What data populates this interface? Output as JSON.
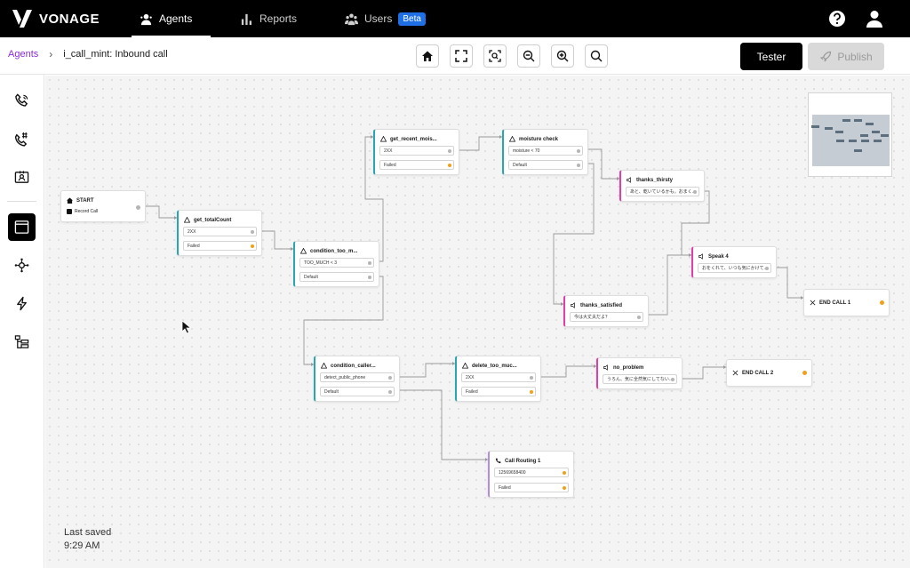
{
  "brand": {
    "name": "VONAGE"
  },
  "nav": {
    "tabs": [
      {
        "label": "Agents",
        "icon": "agents-icon"
      },
      {
        "label": "Reports",
        "icon": "reports-icon"
      },
      {
        "label": "Users",
        "icon": "users-icon",
        "badge": "Beta"
      }
    ]
  },
  "breadcrumb": {
    "root": "Agents",
    "sep": "›",
    "current": "i_call_mint: Inbound call"
  },
  "toolbar": {
    "tools": [
      "home-icon",
      "fullscreen-icon",
      "fit-view-icon",
      "zoom-out-icon",
      "zoom-in-icon",
      "search-icon"
    ],
    "tester_label": "Tester",
    "publish_label": "Publish"
  },
  "sidebar": {
    "items": [
      "phone-icon",
      "phone-number-icon",
      "contact-card-icon",
      "flow-editor-icon",
      "integrations-icon",
      "actions-icon",
      "hierarchy-icon"
    ]
  },
  "canvas": {
    "last_saved_label": "Last saved",
    "last_saved_time": "9:29 AM",
    "nodes": {
      "start": {
        "title": "START",
        "check": "Record Call"
      },
      "get_total": {
        "title": "get_totalCount",
        "r1": "2XX",
        "r2": "Failed"
      },
      "cond_too": {
        "title": "condition_too_m...",
        "r1": "TOO_MUCH < 3",
        "r2": "Default"
      },
      "get_recent": {
        "title": "get_recent_mois...",
        "r1": "2XX",
        "r2": "Failed"
      },
      "moisture": {
        "title": "moisture check",
        "r1": "moisture < 70",
        "r2": "Default"
      },
      "thirsty": {
        "title": "thanks_thirsty",
        "r1": "あと、乾いているかも。おまく..."
      },
      "satisfied": {
        "title": "thanks_satisfied",
        "r1": "今は大丈夫だよ？"
      },
      "speak4": {
        "title": "Speak 4",
        "r1": "おをくれて、いつも気にかけて..."
      },
      "end1": {
        "title": "END CALL 1"
      },
      "cond_caller": {
        "title": "condition_caller...",
        "r1": "detect_public_phone",
        "r2": "Default"
      },
      "delete_too": {
        "title": "delete_too_muc...",
        "r1": "2XX",
        "r2": "Failed"
      },
      "no_problem": {
        "title": "no_problem",
        "r1": "うろん、気に全然気にしてない..."
      },
      "end2": {
        "title": "END CALL 2"
      },
      "routing": {
        "title": "Call Routing 1",
        "r1": "12569658400",
        "r2": "Failed"
      }
    }
  },
  "colors": {
    "accent_purple": "#8a2be2",
    "beta_blue": "#1f6fe5",
    "condition_teal": "#2aa6b0",
    "speak_pink": "#e03fa8",
    "routing_lavender": "#b38de0",
    "output_orange": "#f0a01c"
  }
}
